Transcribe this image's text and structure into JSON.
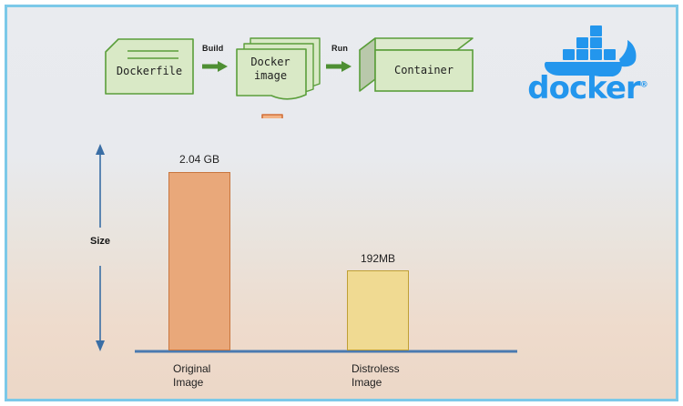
{
  "slide": {
    "background_top_color": "#e9ebef",
    "background_bottom_color": "#ecd7c7",
    "border_color": "#7cc9e8"
  },
  "flow": {
    "nodes": [
      {
        "id": "dockerfile",
        "label": "Dockerfile",
        "shape": "document-folded-corner",
        "fill": "#d9e9c6",
        "stroke": "#5a9e3a"
      },
      {
        "id": "docker-image",
        "label": "Docker\nimage",
        "label_line1": "Docker",
        "label_line2": "image",
        "shape": "stacked-documents",
        "fill": "#d9e9c6",
        "stroke": "#5a9e3a"
      },
      {
        "id": "container",
        "label": "Container",
        "shape": "isometric-cube",
        "fill": "#d9e9c6",
        "stroke": "#5a9e3a"
      }
    ],
    "connectors": [
      {
        "id": "build",
        "label": "Build",
        "from": "dockerfile",
        "to": "docker-image",
        "color": "#5a9e3a"
      },
      {
        "id": "run",
        "label": "Run",
        "from": "docker-image",
        "to": "container",
        "color": "#5a9e3a"
      }
    ],
    "down_arrow": {
      "id": "down-arrow",
      "fill": "#f2b385",
      "stroke": "#d2713a"
    }
  },
  "logo": {
    "name": "docker-logo",
    "wordmark": "docker",
    "trademark": "®",
    "color": "#2396ed",
    "whale_containers": 9
  },
  "chart_data": {
    "type": "bar",
    "title": "",
    "xlabel": "",
    "ylabel": "Size",
    "categories": [
      "Original\nImage",
      "Distroless\nImage"
    ],
    "category_labels": [
      {
        "line1": "Original",
        "line2": "Image"
      },
      {
        "line1": "Distroless",
        "line2": "Image"
      }
    ],
    "values": [
      2.04,
      0.192
    ],
    "value_units": [
      "GB",
      "MB"
    ],
    "data_labels": [
      "2.04 GB",
      "192MB"
    ],
    "bar_colors": [
      "#e9a87a",
      "#f0da92"
    ],
    "bar_border_colors": [
      "#c8763f",
      "#bf9f35"
    ],
    "axis": {
      "baseline_color": "#4a7ab0",
      "y_axis_style": "double-headed-arrow",
      "y_axis_color": "#3a6ea5",
      "grid": false,
      "tick_labels": []
    },
    "legend": {
      "visible": false
    }
  }
}
